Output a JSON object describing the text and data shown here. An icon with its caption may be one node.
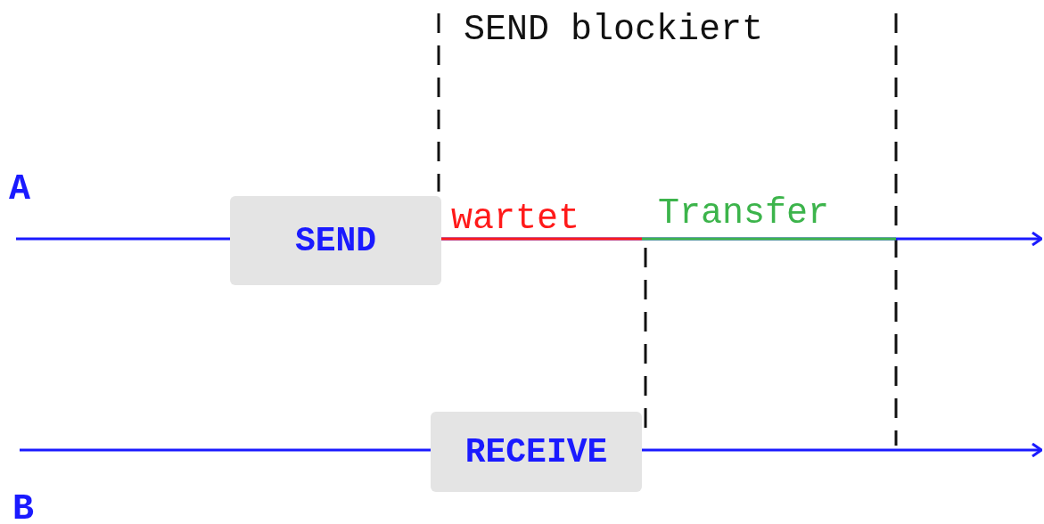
{
  "diagram": {
    "nodes": [
      {
        "text": [
          "SEND"
        ]
      },
      {
        "text": [
          "RECEIVE"
        ]
      }
    ],
    "edges": [
      {
        "from": null,
        "to": 0,
        "arrow": "none"
      },
      {
        "from": 0,
        "to": null,
        "arrow": "to"
      },
      {
        "from": null,
        "to": 1,
        "arrow": "none"
      },
      {
        "from": 1,
        "to": null,
        "arrow": "to"
      }
    ],
    "labels": [
      "SEND blockiert",
      "A",
      "wartet",
      "Transfer",
      "B"
    ]
  }
}
